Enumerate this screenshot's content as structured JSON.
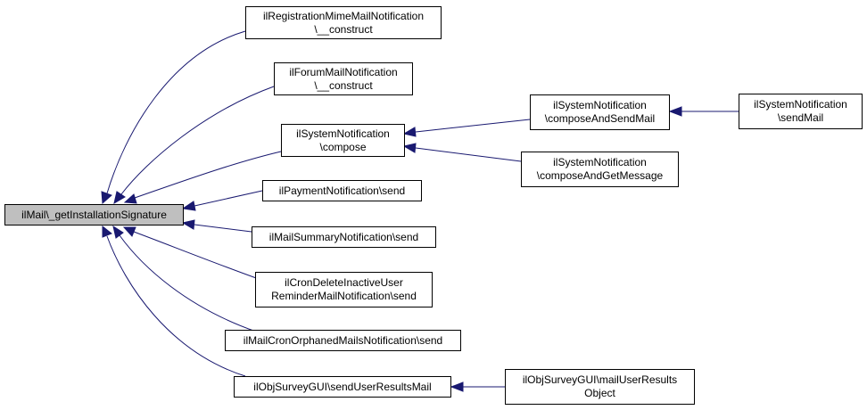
{
  "graph": {
    "root": {
      "line1": "ilMail\\_getInstallationSignature"
    },
    "nodes": {
      "registration": {
        "line1": "ilRegistrationMimeMailNotification",
        "line2": "\\__construct"
      },
      "forum": {
        "line1": "ilForumMailNotification",
        "line2": "\\__construct"
      },
      "system_compose": {
        "line1": "ilSystemNotification",
        "line2": "\\compose"
      },
      "payment": {
        "line1": "ilPaymentNotification\\send"
      },
      "summary": {
        "line1": "ilMailSummaryNotification\\send"
      },
      "cron_inactive": {
        "line1": "ilCronDeleteInactiveUser",
        "line2": "ReminderMailNotification\\send"
      },
      "cron_orphaned": {
        "line1": "ilMailCronOrphanedMailsNotification\\send"
      },
      "survey_send": {
        "line1": "ilObjSurveyGUI\\sendUserResultsMail"
      },
      "compose_send": {
        "line1": "ilSystemNotification",
        "line2": "\\composeAndSendMail"
      },
      "compose_get": {
        "line1": "ilSystemNotification",
        "line2": "\\composeAndGetMessage"
      },
      "send_mail": {
        "line1": "ilSystemNotification",
        "line2": "\\sendMail"
      },
      "survey_mail": {
        "line1": "ilObjSurveyGUI\\mailUserResults",
        "line2": "Object"
      }
    },
    "colors": {
      "edge": "#191970",
      "root_fill": "#bfbfbf",
      "node_fill": "#ffffff",
      "border": "#000000"
    }
  }
}
